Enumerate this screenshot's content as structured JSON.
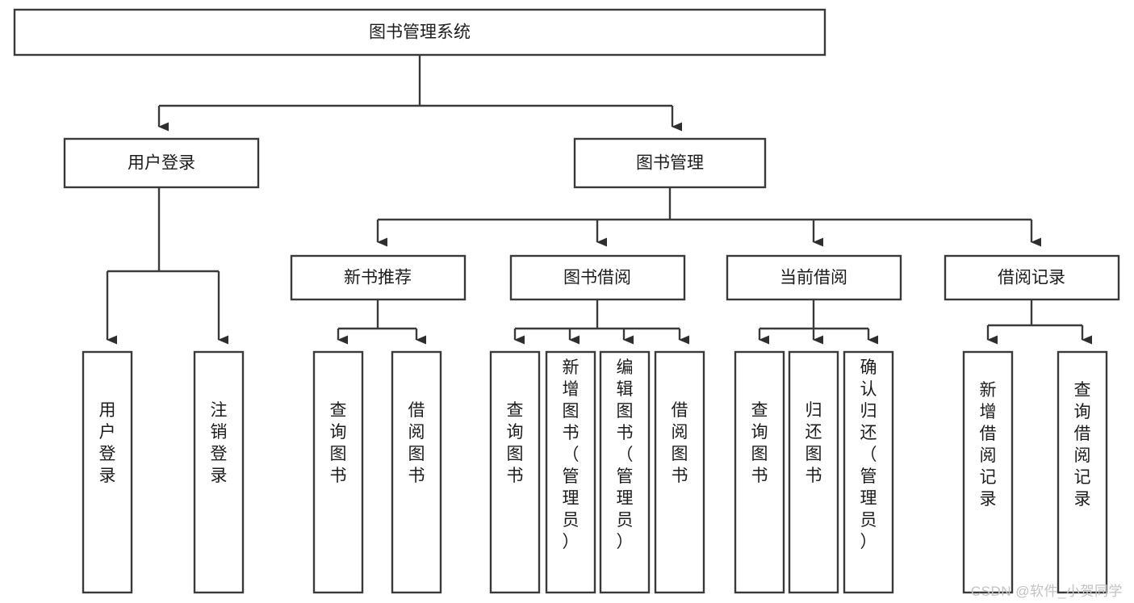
{
  "diagram": {
    "type": "tree-hierarchy",
    "title": "图书管理系统",
    "orientation": "top-down",
    "colors": {
      "box_stroke": "#3a3a3a",
      "box_fill": "#ffffff",
      "connector": "#3a3a3a",
      "text": "#1c1c1c",
      "watermark": "#c2c2c2",
      "background": "#ffffff"
    },
    "levels": {
      "root": {
        "label": "图书管理系统"
      },
      "level2": [
        {
          "label": "用户登录"
        },
        {
          "label": "图书管理"
        }
      ],
      "level3": [
        {
          "label": "新书推荐"
        },
        {
          "label": "图书借阅"
        },
        {
          "label": "当前借阅"
        },
        {
          "label": "借阅记录"
        }
      ],
      "leaves": {
        "user_login": [
          {
            "label": "用户登录"
          },
          {
            "label": "注销登录"
          }
        ],
        "new_book_recommend": [
          {
            "label": "查询图书"
          },
          {
            "label": "借阅图书"
          }
        ],
        "book_borrow": [
          {
            "label": "查询图书"
          },
          {
            "label": "新增图书（管理员）"
          },
          {
            "label": "编辑图书（管理员）"
          },
          {
            "label": "借阅图书"
          }
        ],
        "current_borrow": [
          {
            "label": "查询图书"
          },
          {
            "label": "归还图书"
          },
          {
            "label": "确认归还（管理员）"
          }
        ],
        "borrow_record": [
          {
            "label": "新增借阅记录"
          },
          {
            "label": "查询借阅记录"
          }
        ]
      }
    }
  },
  "watermark": {
    "text": "CSDN @软件_小贺同学"
  }
}
